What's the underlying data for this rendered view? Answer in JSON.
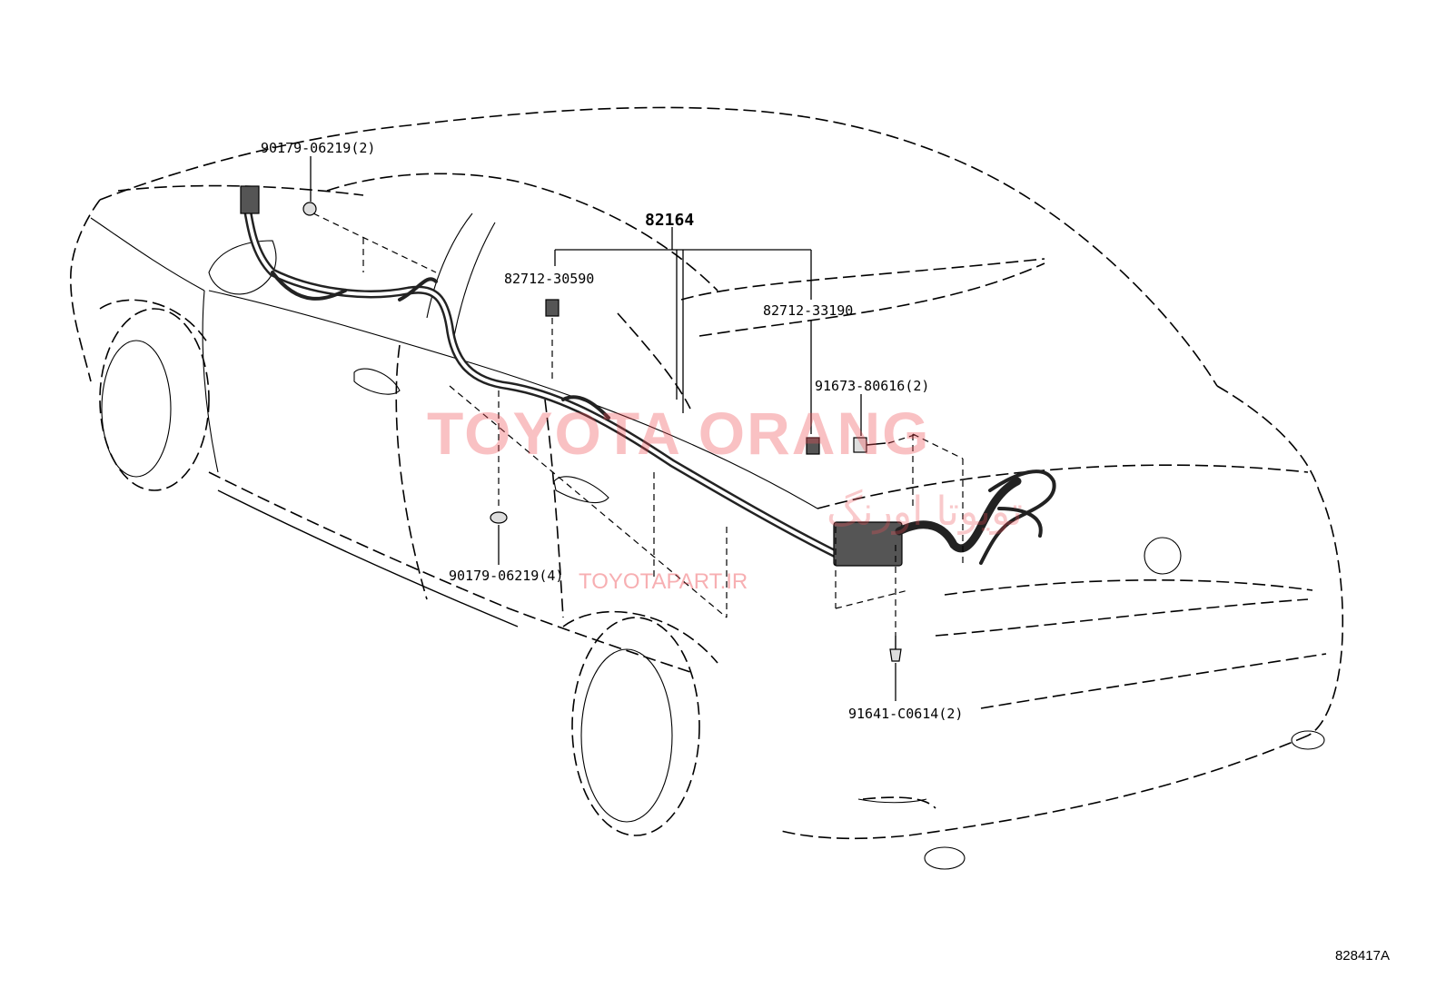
{
  "diagram": {
    "main_part": "82164",
    "watermark": {
      "brand": "TOYOTA ORANG",
      "persian": "تویوتا اورنگ",
      "site": "TOYOTAPART.IR"
    },
    "figure_code": "828417A",
    "callouts": [
      {
        "id": "clamp-front",
        "label": "90179-06219(2)"
      },
      {
        "id": "clamp-a",
        "label": "82712-30590"
      },
      {
        "id": "clamp-b",
        "label": "82712-33190"
      },
      {
        "id": "bolt-upper",
        "label": "91673-80616(2)"
      },
      {
        "id": "clip-lower",
        "label": "90179-06219(4)"
      },
      {
        "id": "bolt-lower",
        "label": "91641-C0614(2)"
      }
    ],
    "colors": {
      "line": "#000000",
      "watermark": "#ee4f57",
      "background": "#ffffff"
    }
  }
}
